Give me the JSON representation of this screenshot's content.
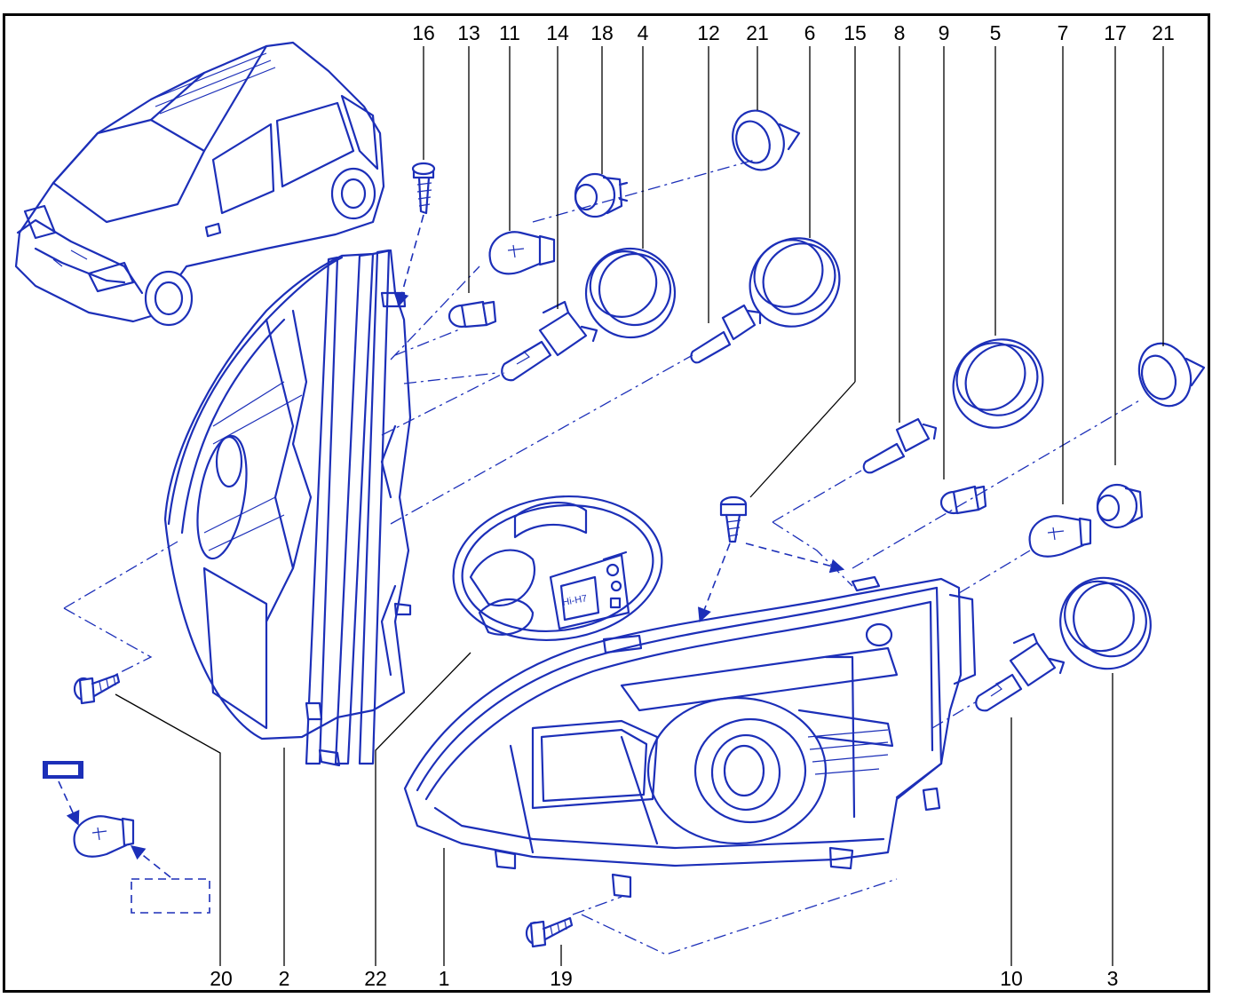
{
  "diagram": {
    "callouts_top": [
      "16",
      "13",
      "11",
      "14",
      "18",
      "4",
      "12",
      "21",
      "6",
      "15",
      "8",
      "9",
      "5",
      "7",
      "17",
      "21"
    ],
    "callouts_bottom": [
      "20",
      "2",
      "22",
      "1",
      "19",
      "10",
      "3"
    ]
  },
  "colors": {
    "ink": "#1c2fb8",
    "frame": "#000000",
    "background": "#ffffff"
  },
  "legend": {
    "insert_box": "Hi-H7"
  }
}
